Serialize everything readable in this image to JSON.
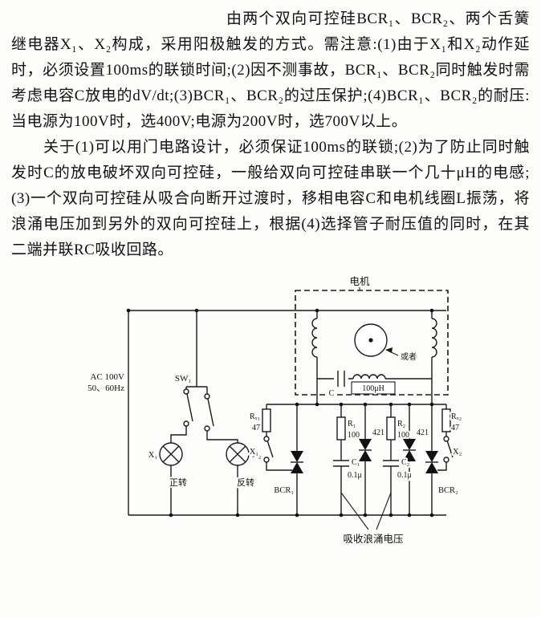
{
  "document": {
    "paragraphs": [
      {
        "text": "由两个双向可控硅BCR₁、BCR₂、两个舌簧继电器X₁、X₂构成，采用阳极触发的方式。需注意:(1)由于X₁和X₂动作延时，必须设置100ms的联锁时间;(2)因不测事故，BCR₁、BCR₂同时触发时需考虑电容C放电的dV/dt;(3)BCR₁、BCR₂的过压保护;(4)BCR₁、BCR₂的耐压:当电源为100V时，选400V;电源为200V时，选700V以上。"
      },
      {
        "text": "关于(1)可以用门电路设计，必须保证100ms的联锁;(2)为了防止同时触发时C的放电破坏双向可控硅，一般给双向可控硅串联一个几十μH的电感;(3)一个双向可控硅从吸合向断开过渡时，移相电容C和电机线圈L振荡，将浪涌电压加到另外的双向可控硅上，根据(4)选择管子耐压值的同时，在其二端并联RC吸收回路。"
      }
    ]
  },
  "diagram": {
    "labels": {
      "motor": "电机",
      "or": "或者",
      "cap_c": "C",
      "inductor_value": "100μH",
      "ac_line1": "AC 100V",
      "ac_line2": "50、60Hz",
      "sw1": "SW₁",
      "x1_coil": "X₁",
      "x2_coil": "X₂",
      "forward": "正转",
      "reverse": "反转",
      "rx1": "Rₓ₁",
      "rx1_value": "47",
      "rx2": "Rₓ₂",
      "rx2_value": "47",
      "x1_contact": "X₁",
      "x2_contact": "X₂",
      "r1": "R₁",
      "r1_value": "100",
      "r2": "R₂",
      "r2_value": "100",
      "c1": "C₁",
      "c1_value": "0.1μ",
      "c2": "C₂",
      "c2_value": "0.1μ",
      "varistor1": "421",
      "varistor2": "421",
      "bcr1": "BCR₁",
      "bcr2": "BCR₂",
      "surge": "吸收浪涌电压"
    },
    "ink_color": "#1a1a1a"
  }
}
